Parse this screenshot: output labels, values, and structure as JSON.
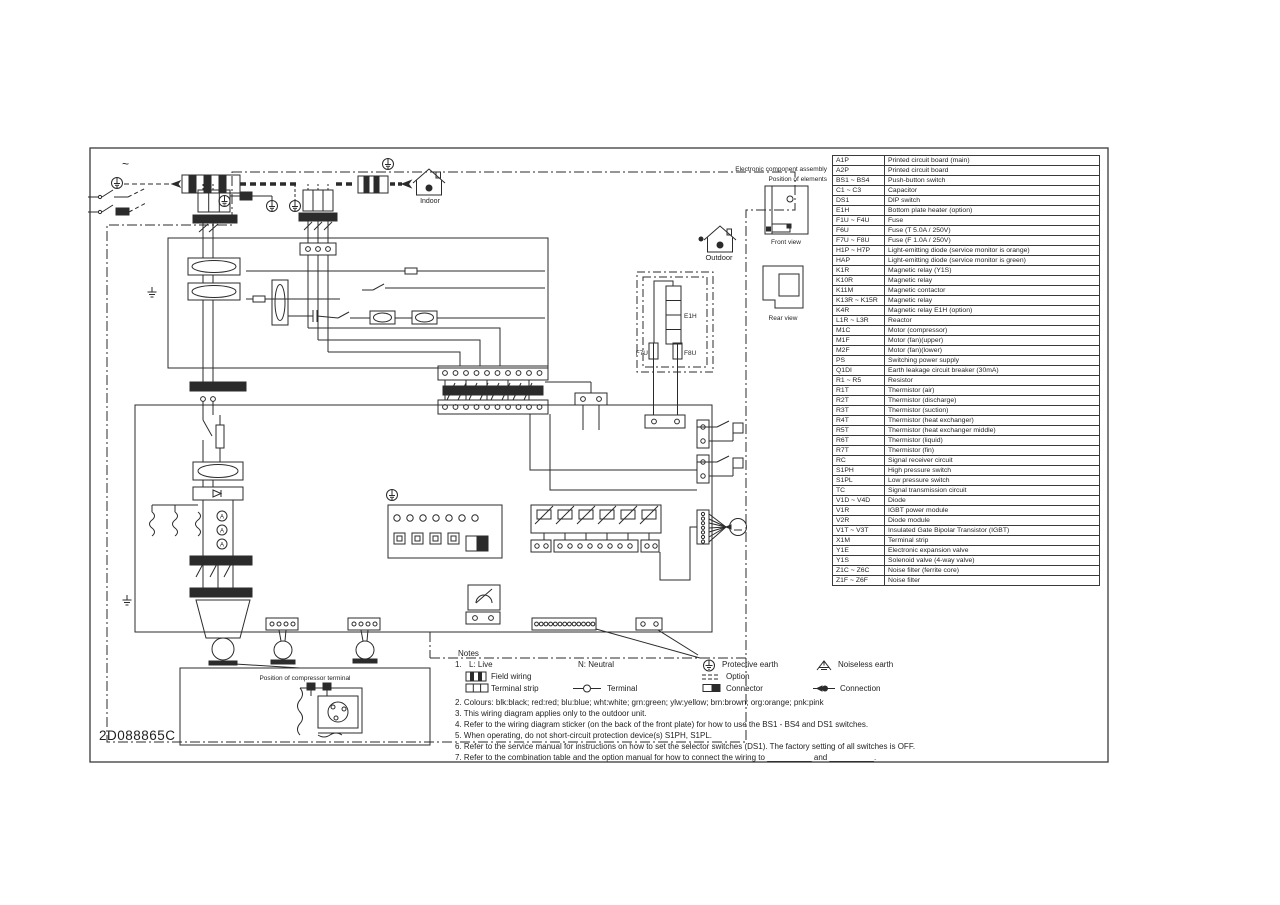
{
  "doc": {
    "part_number": "2D088865C",
    "ac_symbol": "~"
  },
  "assembly": {
    "title_line1": "Electronic component assembly",
    "title_line2": "Position of elements",
    "front_view_label": "Front view",
    "rear_view_label": "Rear view"
  },
  "diagram": {
    "indoor_label": "Indoor",
    "outdoor_label": "Outdoor",
    "e1h_label": "E1H",
    "f7u_label": "F7U",
    "f8u_label": "F8U",
    "compressor_box_label": "Position of compressor terminal"
  },
  "legend_table": {
    "rows": [
      {
        "code": "A1P",
        "desc": "Printed circuit board (main)"
      },
      {
        "code": "A2P",
        "desc": "Printed circuit board"
      },
      {
        "code": "BS1 ~ BS4",
        "desc": "Push-button switch"
      },
      {
        "code": "C1 ~ C3",
        "desc": "Capacitor"
      },
      {
        "code": "DS1",
        "desc": "DIP switch"
      },
      {
        "code": "E1H",
        "desc": "Bottom plate heater (option)"
      },
      {
        "code": "F1U ~ F4U",
        "desc": "Fuse"
      },
      {
        "code": "F6U",
        "desc": "Fuse (T 5.0A / 250V)"
      },
      {
        "code": "F7U ~ F8U",
        "desc": "Fuse (F 1.0A / 250V)"
      },
      {
        "code": "H1P ~ H7P",
        "desc": "Light-emitting diode (service monitor is orange)"
      },
      {
        "code": "HAP",
        "desc": "Light-emitting diode (service monitor is green)"
      },
      {
        "code": "K1R",
        "desc": "Magnetic relay (Y1S)"
      },
      {
        "code": "K10R",
        "desc": "Magnetic relay"
      },
      {
        "code": "K11M",
        "desc": "Magnetic contactor"
      },
      {
        "code": "K13R ~ K15R",
        "desc": "Magnetic relay"
      },
      {
        "code": "K4R",
        "desc": "Magnetic relay E1H (option)"
      },
      {
        "code": "L1R ~ L3R",
        "desc": "Reactor"
      },
      {
        "code": "M1C",
        "desc": "Motor (compressor)"
      },
      {
        "code": "M1F",
        "desc": "Motor (fan)(upper)"
      },
      {
        "code": "M2F",
        "desc": "Motor (fan)(lower)"
      },
      {
        "code": "PS",
        "desc": "Switching power supply"
      },
      {
        "code": "Q1DI",
        "desc": "Earth leakage circuit breaker (30mA)"
      },
      {
        "code": "R1 ~ R5",
        "desc": "Resistor"
      },
      {
        "code": "R1T",
        "desc": "Thermistor (air)"
      },
      {
        "code": "R2T",
        "desc": "Thermistor (discharge)"
      },
      {
        "code": "R3T",
        "desc": "Thermistor (suction)"
      },
      {
        "code": "R4T",
        "desc": "Thermistor (heat exchanger)"
      },
      {
        "code": "R5T",
        "desc": "Thermistor (heat exchanger middle)"
      },
      {
        "code": "R6T",
        "desc": "Thermistor (liquid)"
      },
      {
        "code": "R7T",
        "desc": "Thermistor (fin)"
      },
      {
        "code": "RC",
        "desc": "Signal receiver circuit"
      },
      {
        "code": "S1PH",
        "desc": "High pressure switch"
      },
      {
        "code": "S1PL",
        "desc": "Low pressure switch"
      },
      {
        "code": "TC",
        "desc": "Signal transmission circuit"
      },
      {
        "code": "V1D ~ V4D",
        "desc": "Diode"
      },
      {
        "code": "V1R",
        "desc": "IGBT power module"
      },
      {
        "code": "V2R",
        "desc": "Diode module"
      },
      {
        "code": "V1T ~ V3T",
        "desc": "Insulated Gate Bipolar Transistor (IGBT)"
      },
      {
        "code": "X1M",
        "desc": "Terminal strip"
      },
      {
        "code": "Y1E",
        "desc": "Electronic expansion valve"
      },
      {
        "code": "Y1S",
        "desc": "Solenoid valve (4-way valve)"
      },
      {
        "code": "Z1C ~ Z6C",
        "desc": "Noise filter (ferrite core)"
      },
      {
        "code": "Z1F ~ Z6F",
        "desc": "Noise filter"
      }
    ]
  },
  "notes": {
    "heading": "Notes",
    "line1": {
      "num": "1.",
      "live": "L: Live",
      "neutral": "N: Neutral",
      "protective_earth": "Protective earth",
      "noiseless_earth": "Noiseless earth",
      "field_wiring": "Field wiring",
      "option": "Option",
      "terminal_strip": "Terminal strip",
      "terminal": "Terminal",
      "connector": "Connector",
      "connection": "Connection"
    },
    "lines": [
      {
        "text": "2.  Colours: blk:black; red:red; blu:blue; wht:white; grn:green; ylw:yellow; brn:brown; org:orange; pnk:pink"
      },
      {
        "text": "3.  This wiring diagram applies only to the outdoor unit."
      },
      {
        "text": "4.  Refer to the wiring diagram sticker (on the back of the front plate) for how to use the BS1 - BS4 and DS1 switches."
      },
      {
        "text": "5.  When operating, do not short-circuit protection device(s) S1PH, S1PL."
      },
      {
        "text": "6.  Refer to the service manual for instructions on how to set the selector switches (DS1). The factory setting of all switches is OFF."
      },
      {
        "text": "7.  Refer to the combination table and the option manual for how to connect the wiring to __________ and __________."
      }
    ]
  },
  "colors": {
    "line": "#2b2b2b",
    "bg": "#ffffff"
  }
}
